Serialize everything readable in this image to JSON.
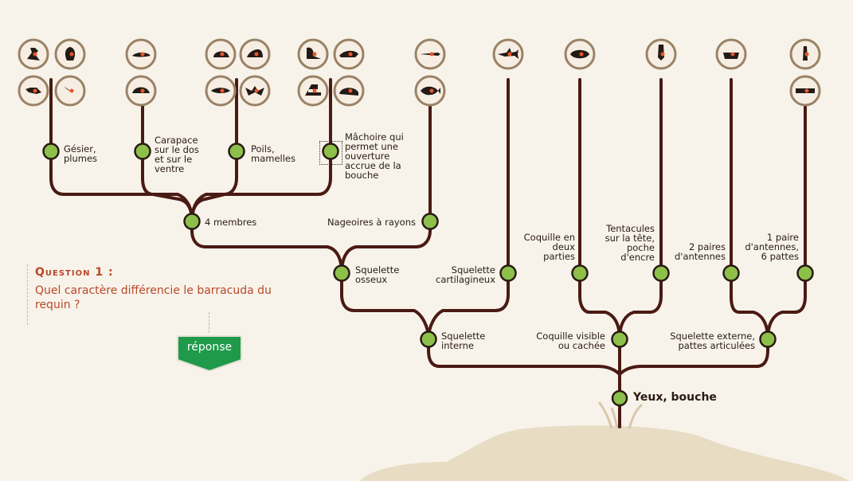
{
  "question": {
    "title": "Question 1 :",
    "text": "Quel caractère différencie le barracuda du requin ?"
  },
  "answer_button": {
    "label": "réponse"
  },
  "nodes": [
    {
      "id": "gesier",
      "label": "Gésier,\nplumes"
    },
    {
      "id": "carapace",
      "label": "Carapace\nsur le dos\net sur le\nventre"
    },
    {
      "id": "poils",
      "label": "Poils,\nmamelles"
    },
    {
      "id": "machoire",
      "label": "Mâchoire qui\npermet une\nouverture\naccrue de la\nbouche"
    },
    {
      "id": "membres",
      "label": "4 membres"
    },
    {
      "id": "nageoires",
      "label": "Nageoires à rayons"
    },
    {
      "id": "osseux",
      "label": "Squelette\nosseux"
    },
    {
      "id": "cartilagineux",
      "label": "Squelette\ncartilagineux"
    },
    {
      "id": "coquille2",
      "label": "Coquille en\ndeux\nparties"
    },
    {
      "id": "tentacules",
      "label": "Tentacules\nsur la tête,\npoche\nd'encre"
    },
    {
      "id": "antennes2",
      "label": "2 paires\nd'antennes"
    },
    {
      "id": "antennes1",
      "label": "1 paire\nd'antennes,\n6 pattes"
    },
    {
      "id": "interne",
      "label": "Squelette\ninterne"
    },
    {
      "id": "coquille",
      "label": "Coquille visible\nou cachée"
    },
    {
      "id": "externe",
      "label": "Squelette externe,\npattes articulées"
    },
    {
      "id": "yeux",
      "label": "Yeux, bouche"
    }
  ],
  "animals": [
    {
      "name": "bird-icon",
      "accent": "#e8572a"
    },
    {
      "name": "penguin-icon",
      "accent": "#e8572a"
    },
    {
      "name": "duck-icon",
      "accent": "#e8572a"
    },
    {
      "name": "bat-bird-icon",
      "accent": "#e8572a"
    },
    {
      "name": "lizard-icon",
      "accent": "#e8572a"
    },
    {
      "name": "turtle-icon",
      "accent": "#e8572a"
    },
    {
      "name": "rat-icon",
      "accent": "#e8572a"
    },
    {
      "name": "seal-icon",
      "accent": "#e8572a"
    },
    {
      "name": "orca-icon",
      "accent": "#e8572a"
    },
    {
      "name": "bat-icon",
      "accent": "#e8572a"
    },
    {
      "name": "sea-lion-icon",
      "accent": "#e8572a"
    },
    {
      "name": "otter-icon",
      "accent": "#e8572a"
    },
    {
      "name": "snake-icon",
      "accent": "#e8572a"
    },
    {
      "name": "manatee-icon",
      "accent": "#e8572a"
    },
    {
      "name": "barracuda-icon",
      "accent": "#e8572a"
    },
    {
      "name": "fish-icon",
      "accent": "#e8572a"
    },
    {
      "name": "shark-icon",
      "accent": "#e8572a"
    },
    {
      "name": "mussel-icon",
      "accent": "#e8572a"
    },
    {
      "name": "squid-icon",
      "accent": "#e8572a"
    },
    {
      "name": "crab-icon",
      "accent": "#e8572a"
    },
    {
      "name": "insect-icon",
      "accent": "#e8572a"
    },
    {
      "name": "dragonfly-icon",
      "accent": "#e8572a"
    }
  ],
  "colors": {
    "branch": "#4a1a14",
    "node": "#8cc04a",
    "button": "#1e9a4a",
    "accent": "#b8482a",
    "ring": "#9a8266"
  }
}
